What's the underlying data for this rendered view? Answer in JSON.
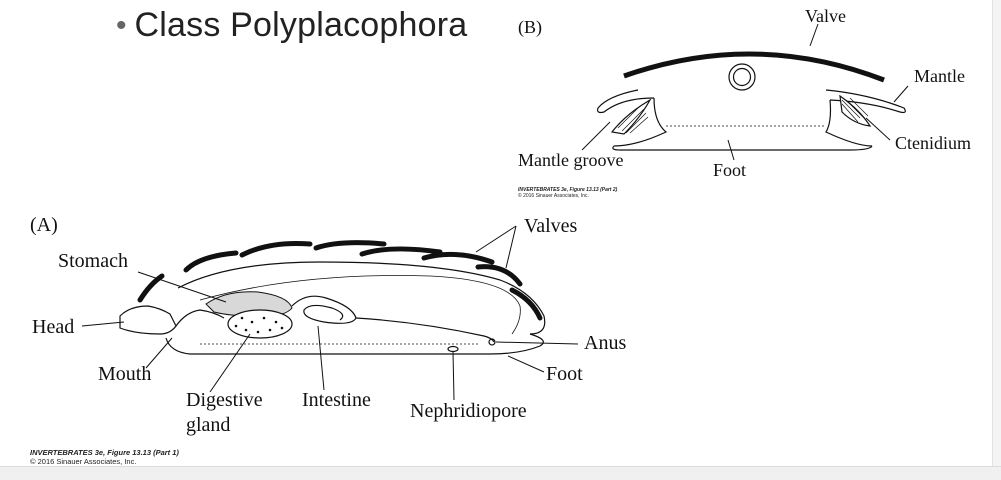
{
  "slide": {
    "bullet": "•",
    "title": "Class Polyplacophora"
  },
  "panel_b": {
    "tag": "(B)",
    "labels": {
      "valve": "Valve",
      "mantle": "Mantle",
      "ctenidium": "Ctenidium",
      "foot": "Foot",
      "mantle_groove": "Mantle groove"
    },
    "credit_line1": "INVERTEBRATES 3e, Figure 13.13 (Part 2)",
    "credit_line2": "© 2016 Sinauer Associates, Inc."
  },
  "panel_a": {
    "tag": "(A)",
    "labels": {
      "valves": "Valves",
      "stomach": "Stomach",
      "head": "Head",
      "mouth": "Mouth",
      "digestive_gland_1": "Digestive",
      "digestive_gland_2": "gland",
      "intestine": "Intestine",
      "nephridiopore": "Nephridiopore",
      "anus": "Anus",
      "foot": "Foot"
    },
    "credit_line1": "INVERTEBRATES 3e, Figure 13.13 (Part 1)",
    "credit_line2": "© 2016 Sinauer Associates, Inc."
  }
}
